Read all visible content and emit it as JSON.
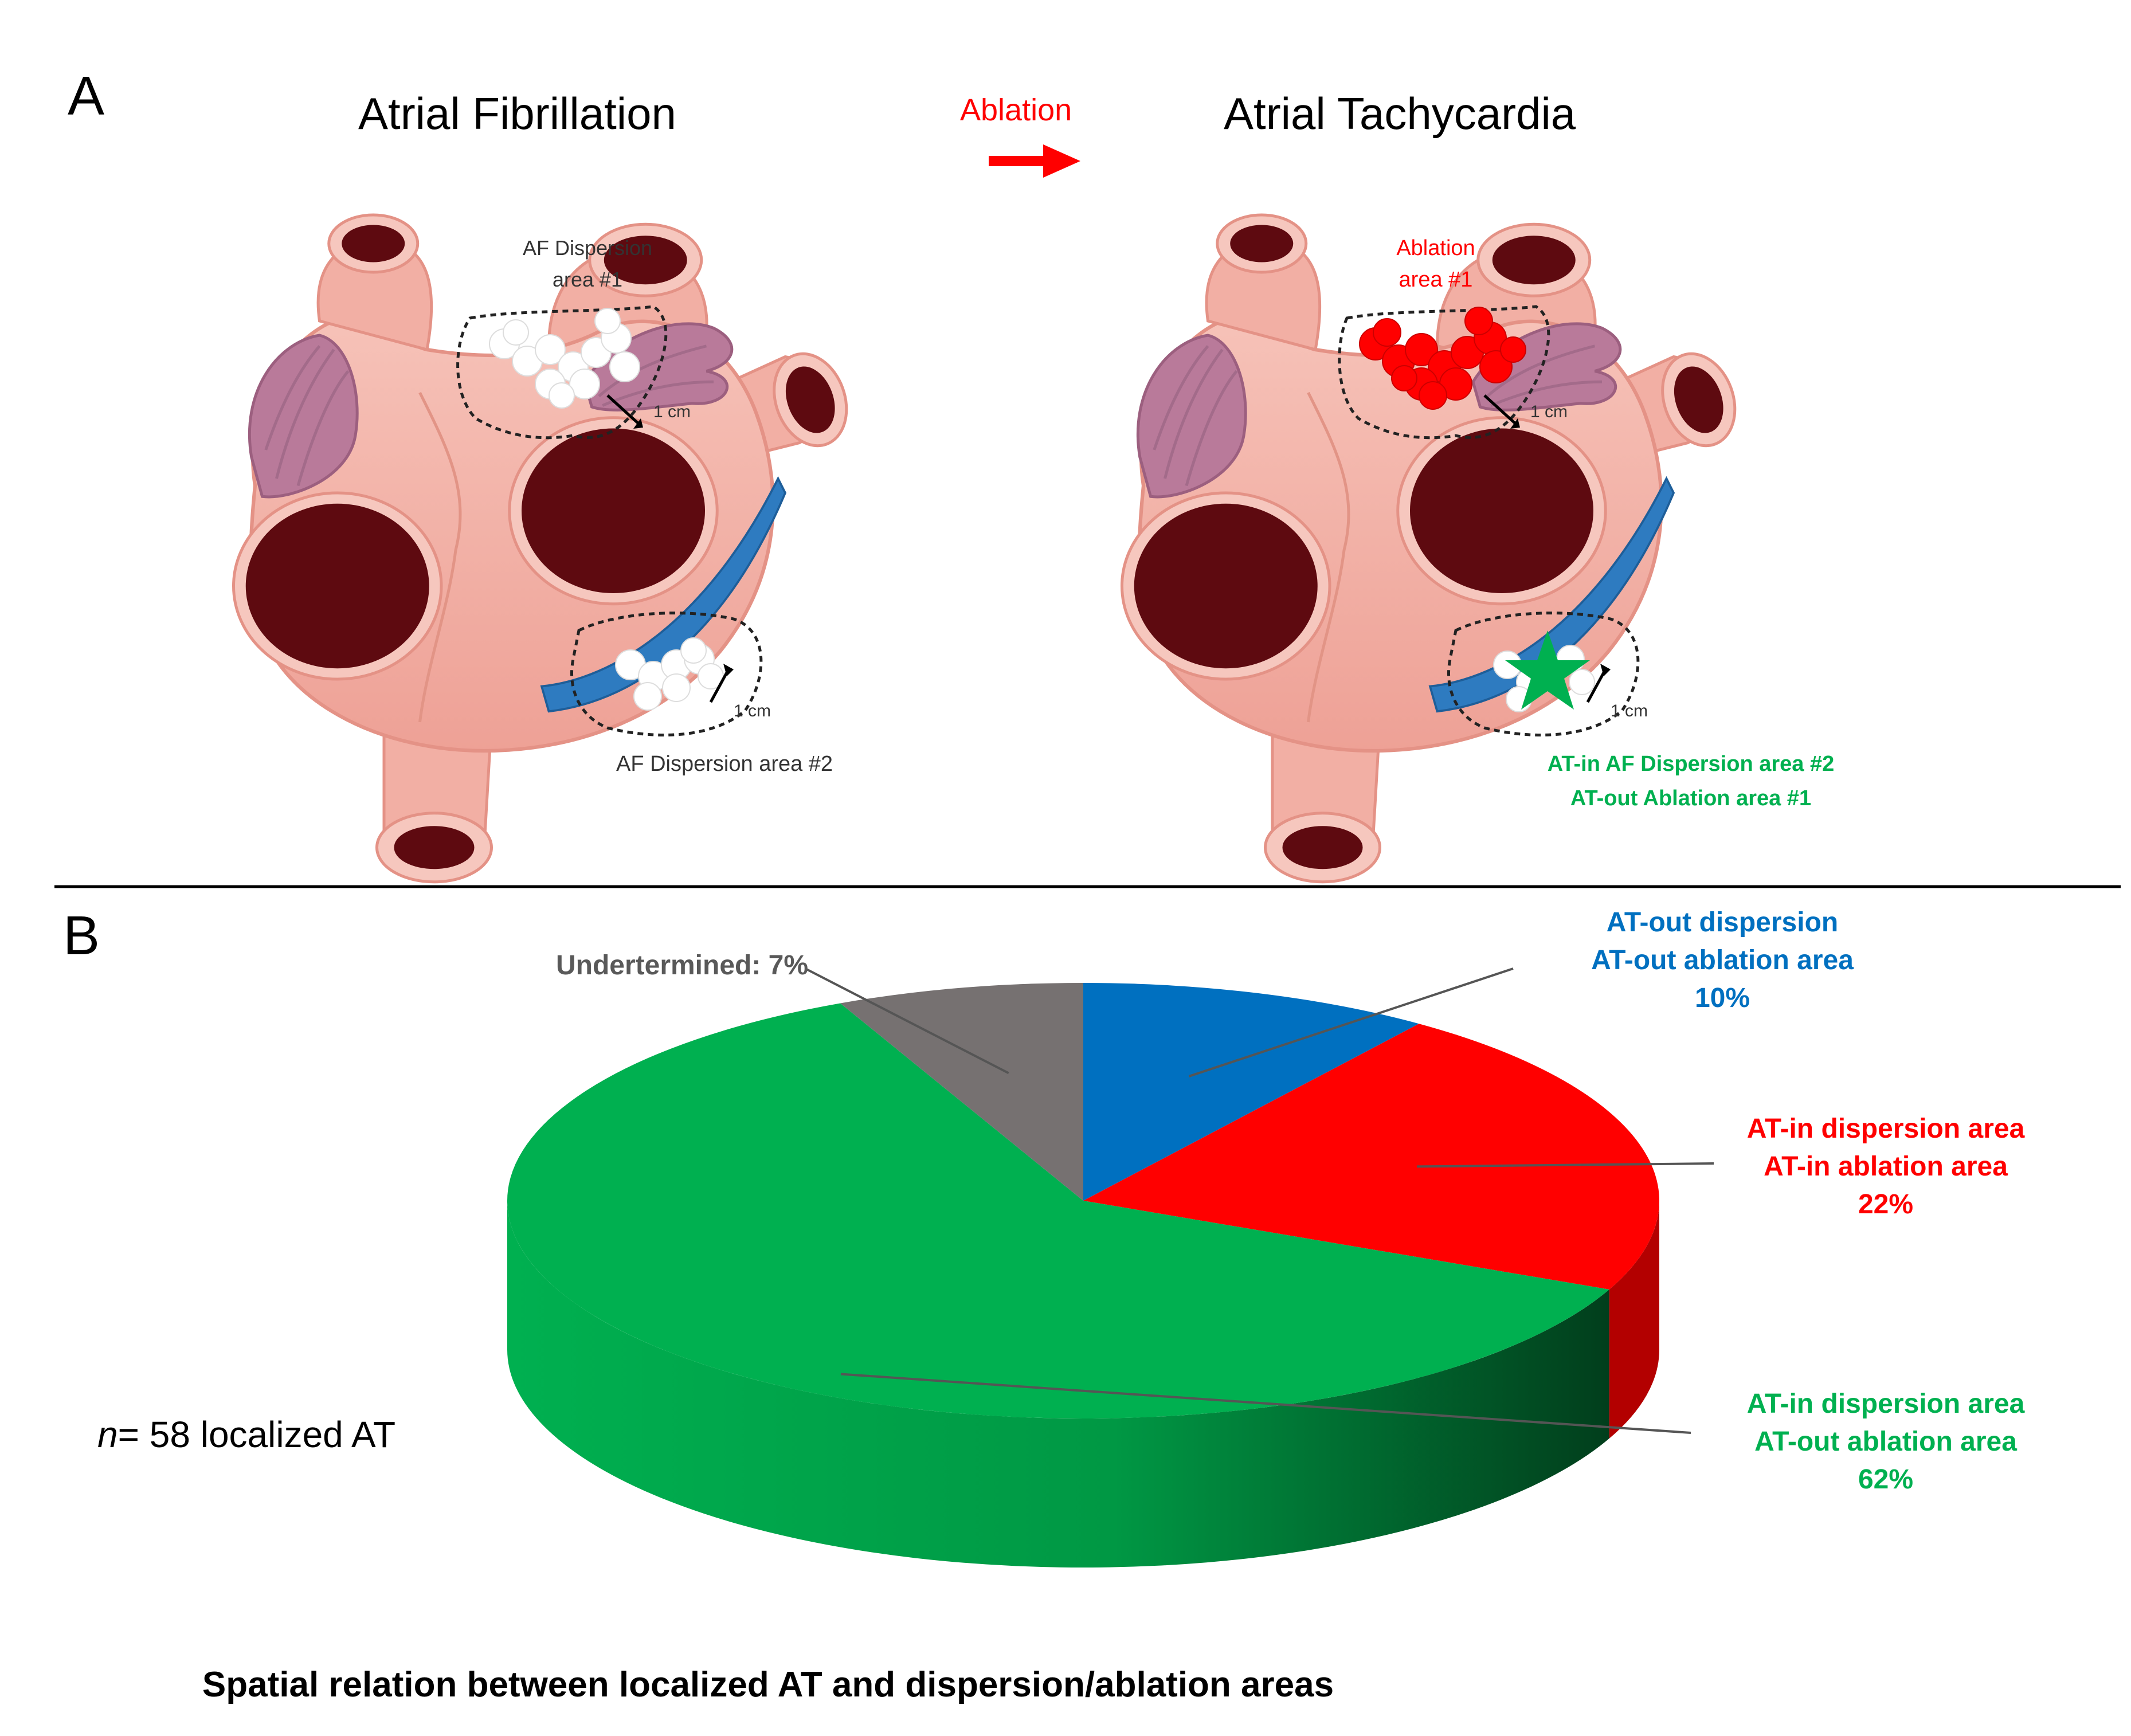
{
  "panel_a": {
    "letter": "A",
    "left_title": "Atrial Fibrillation",
    "arrow_label": "Ablation",
    "right_title": "Atrial Tachycardia",
    "left_heart": {
      "dispersion_area_1_line1": "AF Dispersion",
      "dispersion_area_1_line2": "area #1",
      "scale_1": "1 cm",
      "scale_2": "1 cm",
      "dispersion_area_2": "AF Dispersion area #2"
    },
    "right_heart": {
      "ablation_area_line1": "Ablation",
      "ablation_area_line2": "area #1",
      "scale_1": "1 cm",
      "scale_2": "1 cm",
      "at_in_label": "AT-in AF Dispersion area #2",
      "at_out_label": "AT-out Ablation area #1"
    }
  },
  "panel_b": {
    "letter": "B",
    "n_italic": "n",
    "n_label": "= 58 localized AT",
    "caption": "Spatial relation between localized AT and dispersion/ablation areas"
  },
  "chart_data": {
    "type": "pie",
    "style": "3d",
    "slices": [
      {
        "lines": [
          "AT-out dispersion",
          "AT-out ablation area",
          "10%"
        ],
        "value": 10,
        "color": "#0070C0"
      },
      {
        "lines": [
          "AT-in dispersion area",
          "AT-in ablation area",
          "22%"
        ],
        "value": 22,
        "color": "#FF0000"
      },
      {
        "lines": [
          "AT-in dispersion area",
          "AT-out ablation area",
          "62%"
        ],
        "value": 62,
        "color": "#00B050"
      },
      {
        "lines": [
          "Undertermined: 7%"
        ],
        "value": 7,
        "color": "#767171"
      }
    ]
  },
  "colors": {
    "heart_body": "#F2AFA4",
    "heart_outline": "#E8948A",
    "vessel_lumen": "#5E0A10",
    "appendage": "#B97A9A",
    "coronary_sinus": "#2E7BC0",
    "accent_red": "#FF0000",
    "accent_green": "#00B050"
  }
}
